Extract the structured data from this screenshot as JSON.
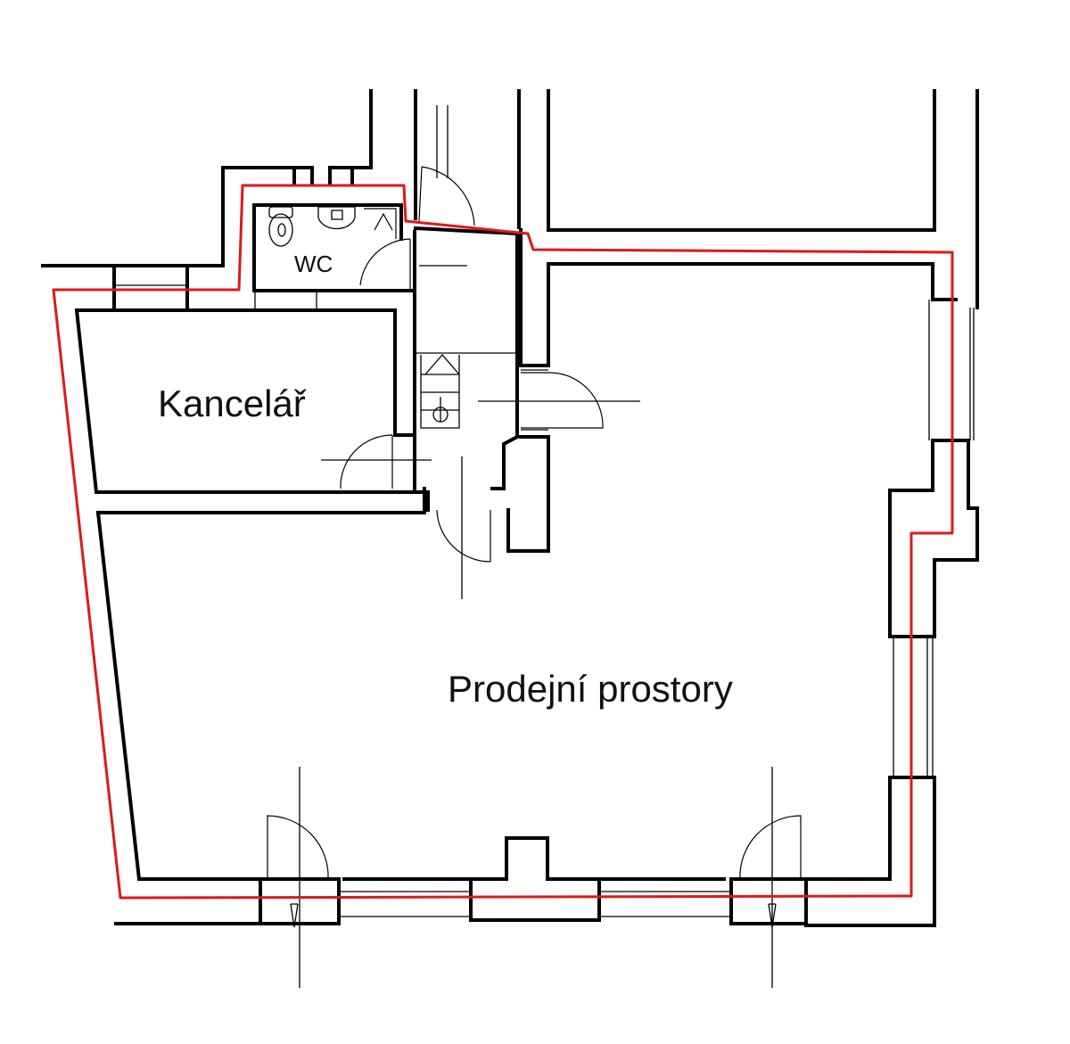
{
  "rooms": {
    "wc": "WC",
    "office": "Kancelář",
    "sales": "Prodejní prostory"
  },
  "colors": {
    "walls": "#000000",
    "boundary": "#e01818",
    "background": "#ffffff"
  }
}
